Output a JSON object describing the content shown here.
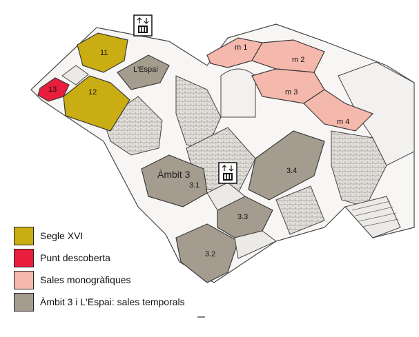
{
  "colors": {
    "segle": "#c9ad12",
    "punt": "#e81e3c",
    "sales": "#f5b8ac",
    "ambit": "#a59c90",
    "stone": "#d8d4cf",
    "wall": "#3a3a3a"
  },
  "icons": [
    "lift-icon",
    "lift-icon"
  ],
  "rooms": {
    "r11": "11",
    "r12": "12",
    "r13": "13",
    "espai": "L'Espai",
    "m1": "m 1",
    "m2": "m 2",
    "m3": "m 3",
    "m4": "m 4",
    "ambit3": "Àmbit 3",
    "r31": "3.1",
    "r32": "3.2",
    "r33": "3.3",
    "r34": "3.4"
  },
  "legend": [
    {
      "label": "Segle XVI",
      "color": "#c9ad12"
    },
    {
      "label": "Punt descoberta",
      "color": "#e81e3c"
    },
    {
      "label": "Sales monogràfiques",
      "color": "#f5b8ac"
    },
    {
      "label": "Àmbit 3 i L'Espai: sales temporals",
      "color": "#a59c90"
    }
  ]
}
